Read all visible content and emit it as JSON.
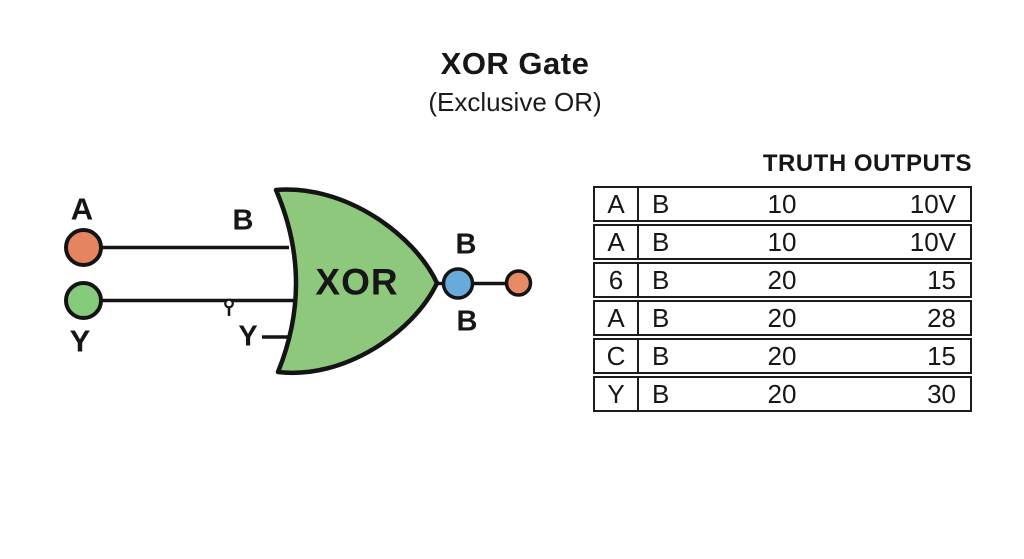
{
  "title": {
    "main": "XOR Gate",
    "subtitle": "(Exclusive OR)"
  },
  "diagram": {
    "input_a_label": "A",
    "input_y_label": "Y",
    "wire_b_label": "B",
    "wire_y_label": "Y",
    "gate_label": "XOR",
    "output_top_label": "B",
    "output_bottom_label": "B",
    "colors": {
      "gate_fill": "#8dc87d",
      "input_a_node": "#e58560",
      "input_y_node": "#86ca7b",
      "output_node": "#68aadc",
      "output_terminal": "#e88b64",
      "test_point_fill": "#ffffff"
    }
  },
  "table": {
    "header": "TRUTH OUTPUTS",
    "rows": [
      [
        "A",
        "B",
        "10",
        "10V"
      ],
      [
        "A",
        "B",
        "10",
        "10V"
      ],
      [
        "6",
        "B",
        "20",
        "15"
      ],
      [
        "A",
        "B",
        "20",
        "28"
      ],
      [
        "C",
        "B",
        "20",
        "15"
      ],
      [
        "Y",
        "B",
        "20",
        "30"
      ]
    ]
  }
}
